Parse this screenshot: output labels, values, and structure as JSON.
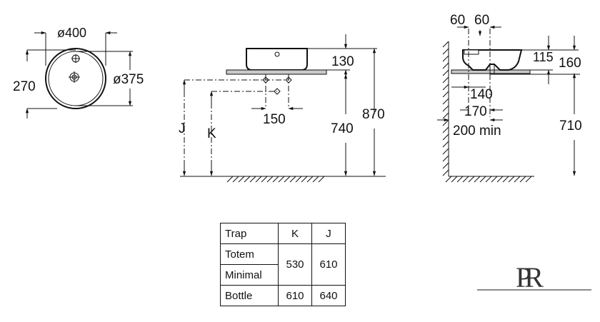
{
  "top_view": {
    "outer_diameter": "ø400",
    "inner_diameter": "ø375",
    "depth": "270"
  },
  "front_view": {
    "bowl_height": "130",
    "trap_offset": "150",
    "counter_height": "740",
    "total_height": "870",
    "label_j": "J",
    "label_k": "K"
  },
  "side_view": {
    "rim_a": "60",
    "rim_b": "60",
    "drop": "115",
    "height": "160",
    "offset_140": "140",
    "offset_170": "170",
    "min_wall": "200 min",
    "counter_height": "710"
  },
  "trap_table": {
    "headers": [
      "Trap",
      "K",
      "J"
    ],
    "rows": [
      {
        "name": "Totem",
        "k": "530",
        "j": "610"
      },
      {
        "name": "Minimal",
        "k": "530",
        "j": "610"
      },
      {
        "name": "Bottle",
        "k": "610",
        "j": "640"
      }
    ]
  },
  "logo": "PR"
}
